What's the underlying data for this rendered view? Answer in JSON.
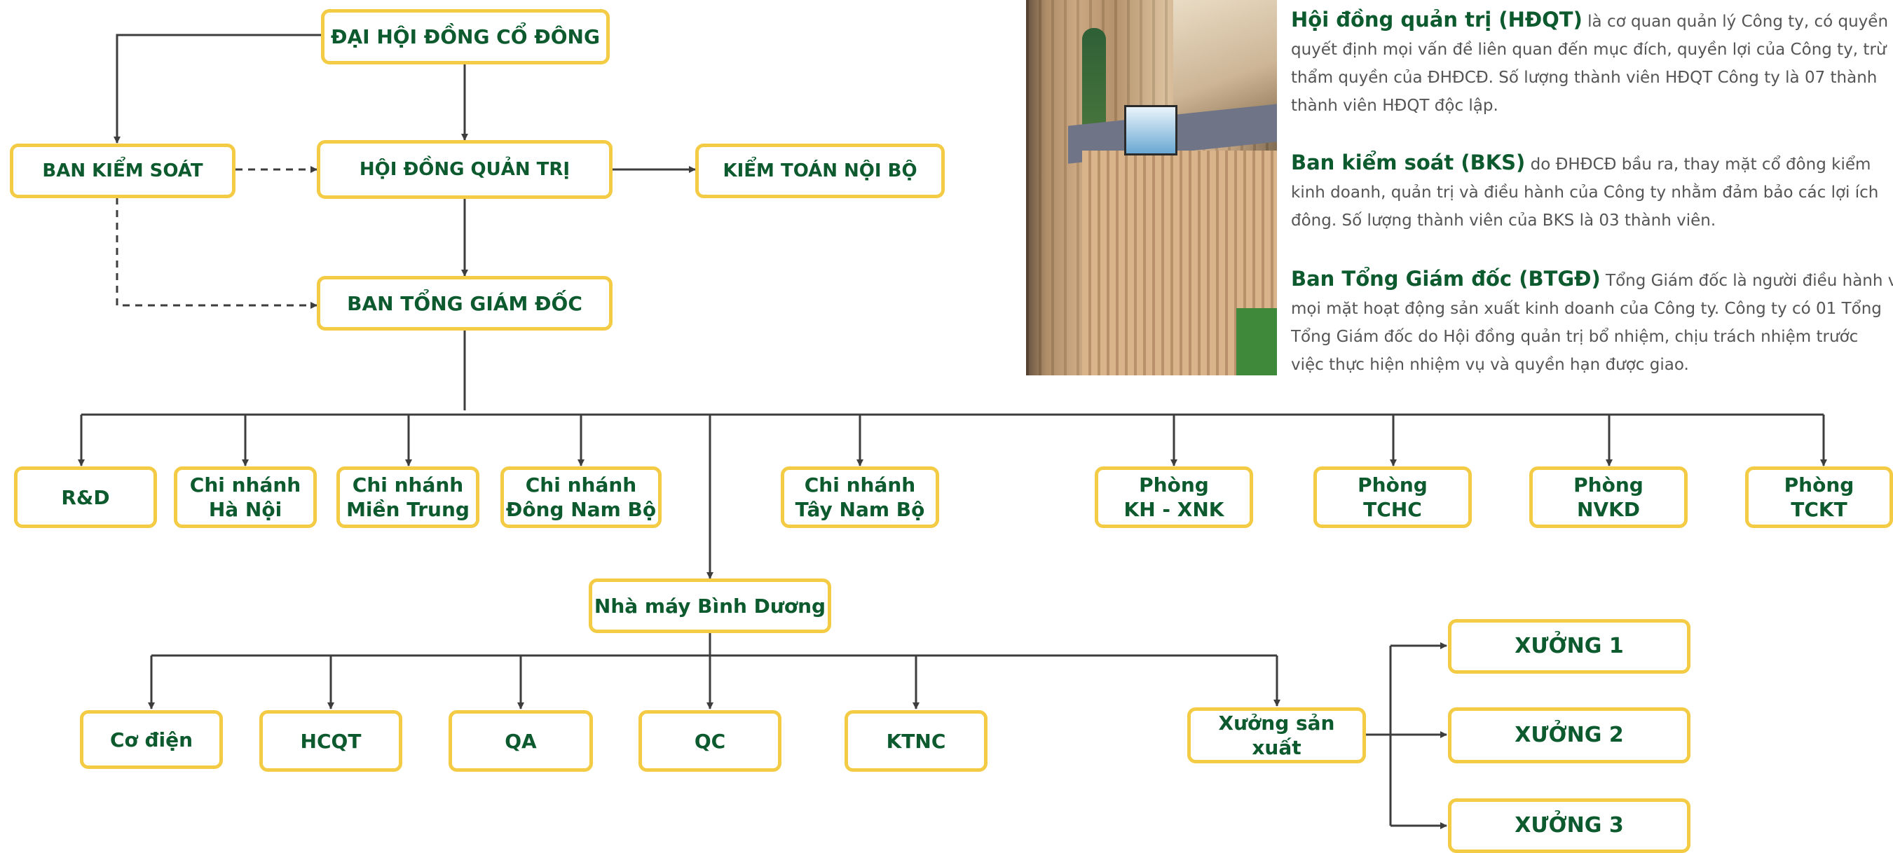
{
  "colors": {
    "box_border": "#f3cb45",
    "box_text": "#0c5a2e",
    "connector": "#3d3d3d",
    "body_text": "#555555"
  },
  "nodes": {
    "dhdcd": "ĐẠI HỘI ĐỒNG CỔ ĐÔNG",
    "ban_kiem_soat": "BAN KIỂM SOÁT",
    "hdqt": "HỘI ĐỒNG QUẢN TRỊ",
    "kiem_toan": "KIỂM TOÁN NỘI BỘ",
    "btgd": "BAN TỔNG GIÁM ĐỐC",
    "rd": "R&D",
    "cn_hanoi": [
      "Chi nhánh",
      "Hà Nội"
    ],
    "cn_mientrung": [
      "Chi nhánh",
      "Miền Trung"
    ],
    "cn_dongnambo": [
      "Chi nhánh",
      "Đông Nam Bộ"
    ],
    "cn_taynambo": [
      "Chi nhánh",
      "Tây Nam Bộ"
    ],
    "p_khxnk": [
      "Phòng",
      "KH - XNK"
    ],
    "p_tchc": [
      "Phòng",
      "TCHC"
    ],
    "p_nvkd": [
      "Phòng",
      "NVKD"
    ],
    "p_tckt": [
      "Phòng",
      "TCKT"
    ],
    "nha_may": "Nhà máy Bình Dương",
    "co_dien": "Cơ điện",
    "hcqt": "HCQT",
    "qa": "QA",
    "qc": "QC",
    "ktnc": "KTNC",
    "xuong_sx": "Xưởng sản xuất",
    "xuong1": "XƯỞNG 1",
    "xuong2": "XƯỞNG 2",
    "xuong3": "XƯỞNG 3"
  },
  "descriptions": {
    "hdqt": {
      "title": "Hội đồng quản trị (HĐQT)",
      "lines": [
        " là cơ quan quản lý Công ty, có quyền",
        "quyết định mọi vấn đề liên quan đến mục đích, quyền lợi của Công ty, trừ",
        "thẩm quyền của ĐHĐCĐ. Số lượng thành viên HĐQT Công ty là 07 thành",
        "thành viên HĐQT độc lập."
      ]
    },
    "bks": {
      "title": "Ban kiểm soát (BKS)",
      "lines": [
        " do ĐHĐCĐ bầu ra, thay mặt cổ đông kiểm",
        "kinh doanh, quản trị và điều hành của Công ty nhằm đảm bảo các lợi ích",
        "đông. Số lượng thành viên của BKS là 03 thành viên."
      ]
    },
    "btgd": {
      "title": "Ban Tổng Giám đốc (BTGĐ)",
      "lines": [
        " Tổng Giám đốc là người điều hành và",
        "mọi mặt hoạt động sản xuất kinh doanh của Công ty. Công ty có 01 Tổng",
        "Tổng Giám đốc do Hội đồng quản trị bổ nhiệm, chịu trách nhiệm trước",
        "việc thực hiện nhiệm vụ và quyền hạn được giao."
      ]
    }
  }
}
